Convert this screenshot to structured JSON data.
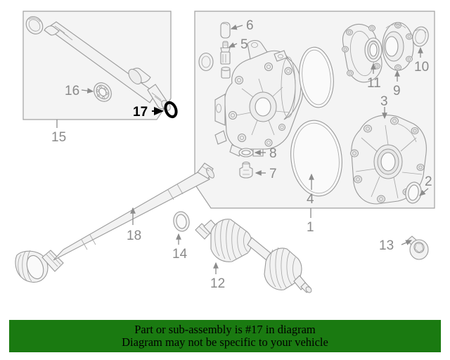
{
  "diagram": {
    "title": "Rear differential / axle shaft exploded parts diagram",
    "background_color": "#ffffff",
    "line_color": "#9a9a9a",
    "fill_color": "#f2f2f2",
    "highlight_color": "#000000",
    "highlighted_part": "17",
    "callouts": [
      {
        "id": "1",
        "label": "1",
        "name": "differential-assembly"
      },
      {
        "id": "2",
        "label": "2",
        "name": "seal-ring"
      },
      {
        "id": "3",
        "label": "3",
        "name": "differential-cover"
      },
      {
        "id": "4",
        "label": "4",
        "name": "cover-gasket"
      },
      {
        "id": "5",
        "label": "5",
        "name": "breather-vent-valve"
      },
      {
        "id": "6",
        "label": "6",
        "name": "vent-cap-plug"
      },
      {
        "id": "7",
        "label": "7",
        "name": "drain-plug"
      },
      {
        "id": "8",
        "label": "8",
        "name": "plug-sealing-washer"
      },
      {
        "id": "9",
        "label": "9",
        "name": "bearing-flange-cover"
      },
      {
        "id": "10",
        "label": "10",
        "name": "small-seal"
      },
      {
        "id": "11",
        "label": "11",
        "name": "shaft-seal-ring"
      },
      {
        "id": "12",
        "label": "12",
        "name": "cv-axle-shaft"
      },
      {
        "id": "13",
        "label": "13",
        "name": "mounting-bolt"
      },
      {
        "id": "14",
        "label": "14",
        "name": "axle-seal-ring"
      },
      {
        "id": "15",
        "label": "15",
        "name": "inset-detail-propeller-shaft"
      },
      {
        "id": "16",
        "label": "16",
        "name": "center-support-bearing"
      },
      {
        "id": "17",
        "label": "17",
        "name": "retaining-ring"
      },
      {
        "id": "18",
        "label": "18",
        "name": "propeller-drive-shaft"
      }
    ]
  },
  "banner": {
    "background_color": "#1a7a11",
    "line1": "Part or sub-assembly is #17 in diagram",
    "line2": "Diagram may not be specific to your vehicle"
  }
}
